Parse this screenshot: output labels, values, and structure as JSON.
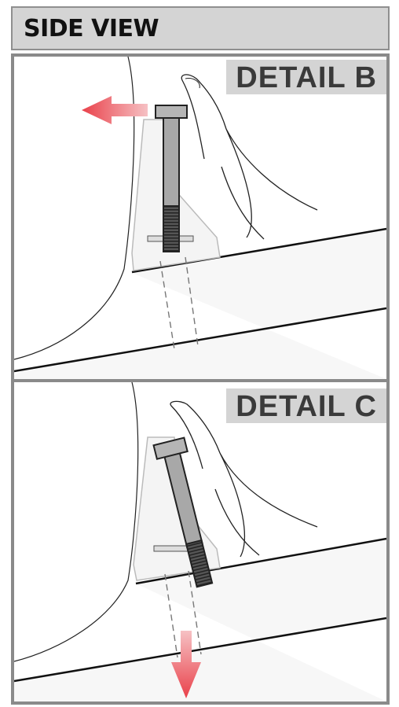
{
  "header": {
    "title": "SIDE VIEW"
  },
  "panels": [
    {
      "label": "DETAIL B",
      "arrow": "arrow-left-icon",
      "bolt_state": "vertical"
    },
    {
      "label": "DETAIL C",
      "arrow": "arrow-down-icon",
      "bolt_state": "tilted"
    }
  ],
  "colors": {
    "header_bg": "#d4d4d4",
    "border": "#8a8a8a",
    "arrow": "#e9414a",
    "bolt": "#a8a8a8",
    "outline": "#111111"
  }
}
